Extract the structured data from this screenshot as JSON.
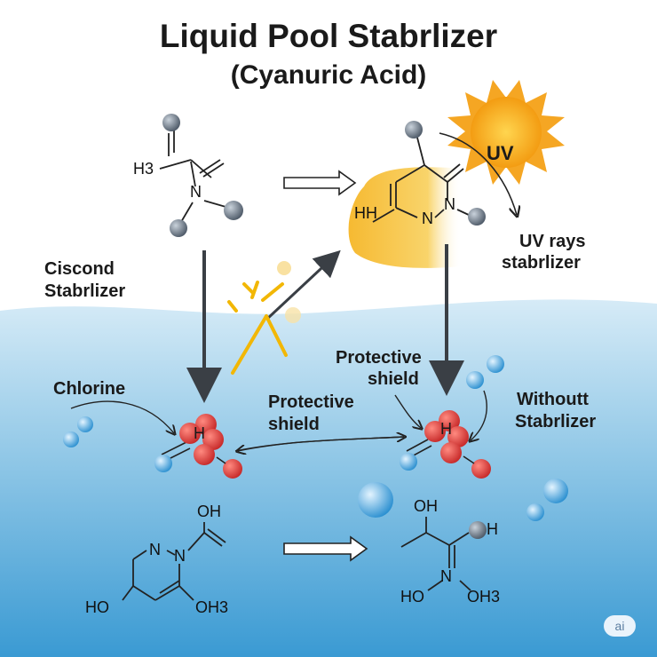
{
  "title": "Liquid Pool Stabrlizer",
  "subtitle": "(Cyanuric Acid)",
  "labels": {
    "uv_sun": "UV",
    "uv_rays_1": "UV rays",
    "uv_rays_2": "stabrlizer",
    "ciscond_1": "Ciscond",
    "ciscond_2": "Stabrlizer",
    "chlorine": "Chlorine",
    "protective_right_1": "Protective",
    "protective_right_2": "shield",
    "protective_center_1": "Protective",
    "protective_center_2": "shield",
    "without_1": "Withoutt",
    "without_2": "Stabrlizer"
  },
  "chemistry": {
    "top_left_h3": "H3",
    "top_left_n": "N",
    "top_right_hh": "HH",
    "top_right_n1": "N",
    "top_right_n2": "N",
    "molecule_h_left": "H",
    "molecule_h_right": "H",
    "bottom_left_oh": "OH",
    "bottom_left_n1": "N",
    "bottom_left_n2": "N",
    "bottom_left_ho": "HO",
    "bottom_left_oh3": "OH3",
    "bottom_right_oh": "OH",
    "bottom_right_h": "H",
    "bottom_right_n": "N",
    "bottom_right_ho": "HO",
    "bottom_right_oh3": "OH3"
  },
  "badge": "ai",
  "colors": {
    "water_top": "#cfe6f4",
    "water_bottom": "#2f93cf",
    "oxygen_red": "#e53935",
    "ion_blue": "#4aa8e0",
    "atom_grey": "#6f7d8c",
    "sun_orange": "#f5a623",
    "glow_yellow": "#f7c13a"
  }
}
